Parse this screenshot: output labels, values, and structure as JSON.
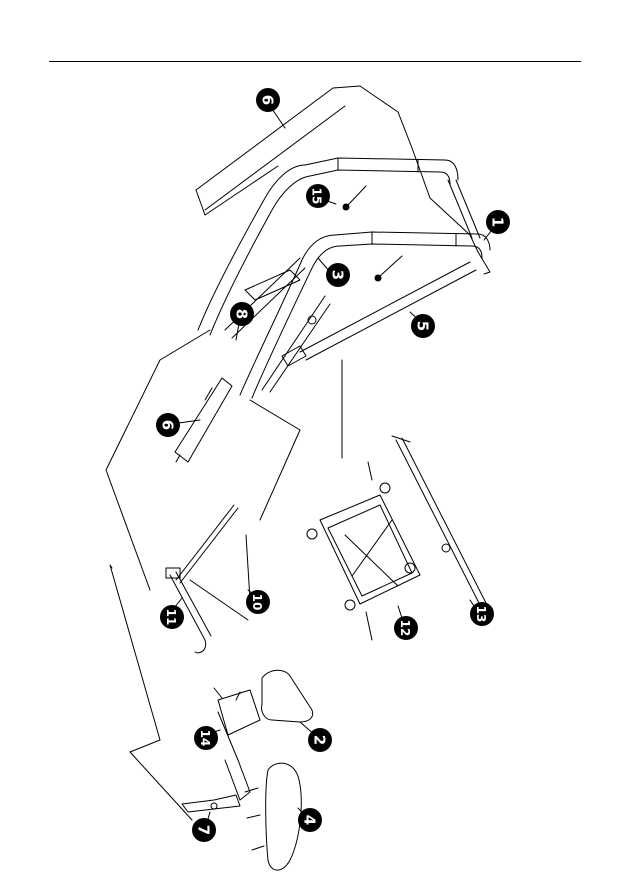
{
  "diagram": {
    "callouts": [
      {
        "id": "c1",
        "label": "1"
      },
      {
        "id": "c2",
        "label": "2"
      },
      {
        "id": "c3",
        "label": "3"
      },
      {
        "id": "c4",
        "label": "4"
      },
      {
        "id": "c5",
        "label": "5"
      },
      {
        "id": "c6a",
        "label": "6"
      },
      {
        "id": "c6b",
        "label": "6"
      },
      {
        "id": "c7",
        "label": "7"
      },
      {
        "id": "c8",
        "label": "8"
      },
      {
        "id": "c10",
        "label": "10"
      },
      {
        "id": "c11",
        "label": "11"
      },
      {
        "id": "c12",
        "label": "12"
      },
      {
        "id": "c13",
        "label": "13"
      },
      {
        "id": "c14",
        "label": "14"
      },
      {
        "id": "c15",
        "label": "15"
      }
    ]
  }
}
